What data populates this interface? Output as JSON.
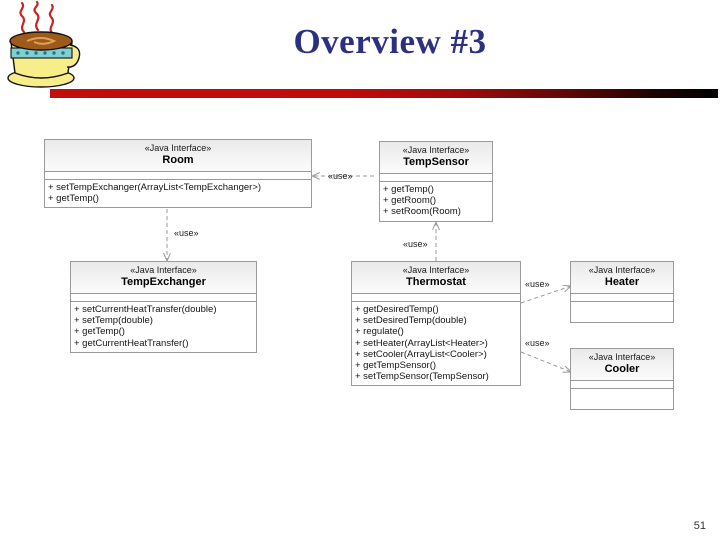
{
  "slide": {
    "title": "Overview #3",
    "page_number": "51",
    "title_color": "#2b3080",
    "divider_color": "#c20d0d",
    "logo": "coffee-cup-clipart"
  },
  "diagram": {
    "type": "uml-class-diagram",
    "stereotype": "«Java Interface»",
    "classes": [
      {
        "id": "room",
        "stereotype": "«Java Interface»",
        "name": "Room",
        "operations": [
          "+ setTempExchanger(ArrayList<TempExchanger>)",
          "+ getTemp()"
        ]
      },
      {
        "id": "tempsensor",
        "stereotype": "«Java Interface»",
        "name": "TempSensor",
        "operations": [
          "+ getTemp()",
          "+ getRoom()",
          "+ setRoom(Room)"
        ]
      },
      {
        "id": "tempexchanger",
        "stereotype": "«Java Interface»",
        "name": "TempExchanger",
        "operations": [
          "+ setCurrentHeatTransfer(double)",
          "+ setTemp(double)",
          "+ getTemp()",
          "+ getCurrentHeatTransfer()"
        ]
      },
      {
        "id": "thermostat",
        "stereotype": "«Java Interface»",
        "name": "Thermostat",
        "operations": [
          "+ getDesiredTemp()",
          "+ setDesiredTemp(double)",
          "+ regulate()",
          "+ setHeater(ArrayList<Heater>)",
          "+ setCooler(ArrayList<Cooler>)",
          "+ getTempSensor()",
          "+ setTempSensor(TempSensor)"
        ]
      },
      {
        "id": "heater",
        "stereotype": "«Java Interface»",
        "name": "Heater",
        "operations": []
      },
      {
        "id": "cooler",
        "stereotype": "«Java Interface»",
        "name": "Cooler",
        "operations": []
      }
    ],
    "dependencies": [
      {
        "id": "dep-sensor-room",
        "label": "«use»",
        "from": "TempSensor",
        "to": "Room"
      },
      {
        "id": "dep-room-exchanger",
        "label": "«use»",
        "from": "Room",
        "to": "TempExchanger"
      },
      {
        "id": "dep-thermostat-sensor",
        "label": "«use»",
        "from": "Thermostat",
        "to": "TempSensor"
      },
      {
        "id": "dep-thermostat-heater",
        "label": "«use»",
        "from": "Thermostat",
        "to": "Heater"
      },
      {
        "id": "dep-thermostat-cooler",
        "label": "«use»",
        "from": "Thermostat",
        "to": "Cooler"
      }
    ]
  }
}
